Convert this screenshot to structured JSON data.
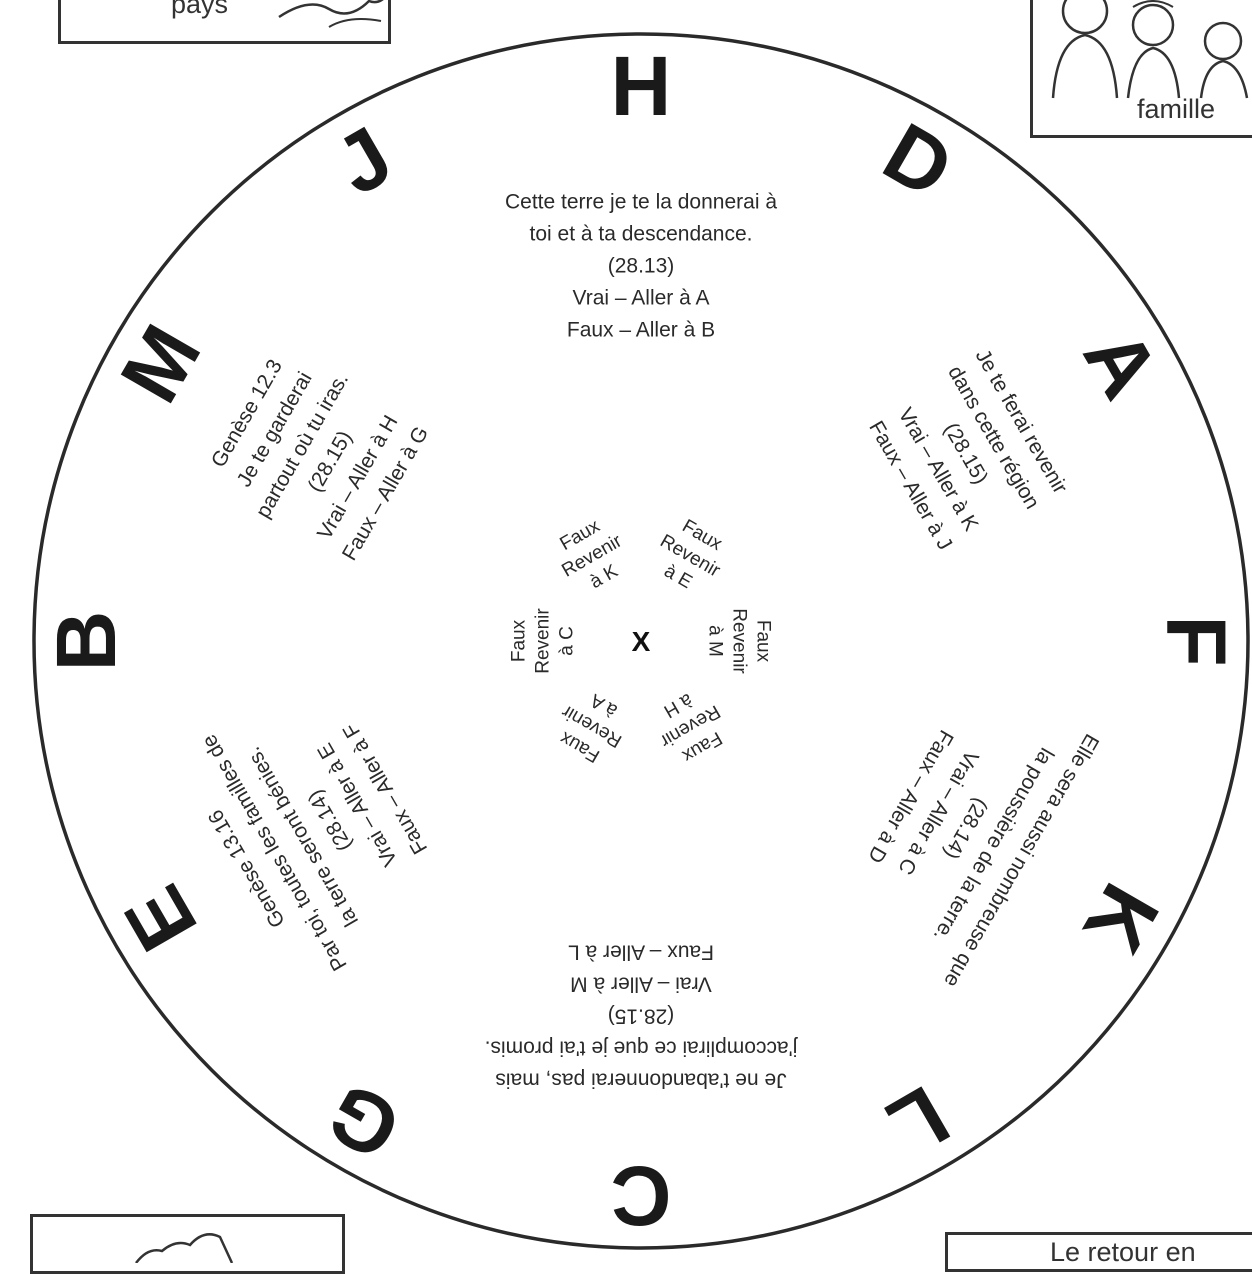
{
  "corners": {
    "top_left_label": "pays",
    "top_right_label": "famille",
    "bottom_right_label": "Le retour en"
  },
  "wheel": {
    "center_label": "X",
    "letters": [
      "H",
      "D",
      "A",
      "F",
      "K",
      "L",
      "C",
      "G",
      "E",
      "B",
      "M",
      "J"
    ],
    "clues": [
      {
        "lines": [
          "Cette terre je te la donnerai à",
          "toi et à ta descendance.",
          "(28.13)",
          "Vrai – Aller à A",
          "Faux – Aller à B"
        ]
      },
      {
        "lines": [
          "Je te ferai revenir",
          "dans cette région",
          "(28.15)",
          "Vrai – Aller à K",
          "Faux – Aller à J"
        ]
      },
      {
        "lines": [
          "Elle sera aussi nombreuse que",
          "la poussière de la terre.",
          "(28.14)",
          "Vrai – Aller à C",
          "Faux – Aller à D"
        ]
      },
      {
        "lines": [
          "Je ne t'abandonnerai pas, mais",
          "j'accomplirai ce que je t'ai promis.",
          "(28.15)",
          "Vrai – Aller à M",
          "Faux – Aller à L"
        ]
      },
      {
        "lines": [
          "Genèse 13.16",
          "Par toi, toutes les familles de",
          "la terre seront bénies.",
          "(28.14)",
          "Vrai – Aller à E",
          "Faux – Aller à F"
        ]
      },
      {
        "lines": [
          "Genèse 12.3",
          "Je te garderai",
          "partout où tu iras.",
          "(28.15)",
          "Vrai – Aller à H",
          "Faux – Aller à G"
        ]
      }
    ],
    "center_answers": [
      {
        "lines": [
          "Faux",
          "Revenir",
          "à E"
        ]
      },
      {
        "lines": [
          "Faux",
          "Revenir",
          "à M"
        ]
      },
      {
        "lines": [
          "Faux",
          "Revenir",
          "à H"
        ]
      },
      {
        "lines": [
          "Faux",
          "Revenir",
          "à A"
        ]
      },
      {
        "lines": [
          "Faux",
          "Revenir",
          "à C"
        ]
      },
      {
        "lines": [
          "Faux",
          "Revenir",
          "à K"
        ]
      }
    ]
  }
}
